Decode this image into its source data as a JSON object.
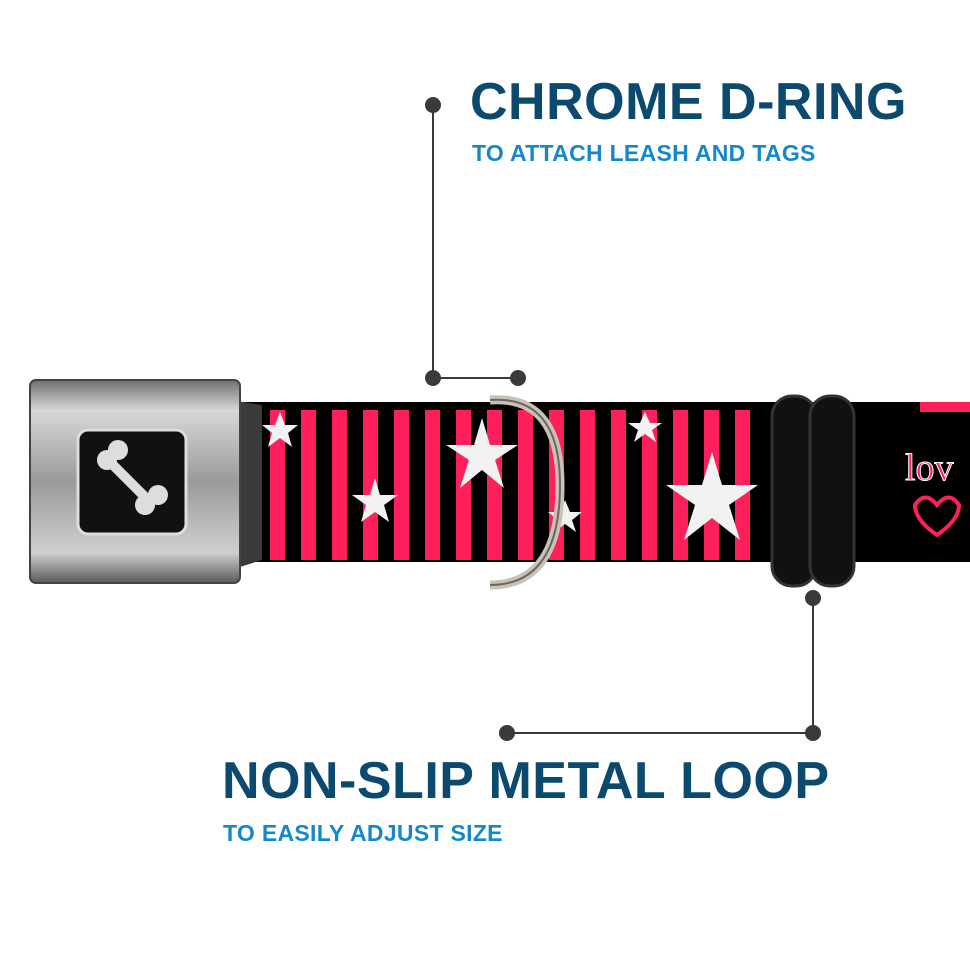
{
  "callouts": [
    {
      "title": "CHROME D-RING",
      "subtitle": "TO ATTACH LEASH AND TAGS"
    },
    {
      "title": "NON-SLIP METAL LOOP",
      "subtitle": "TO EASILY ADJUST SIZE"
    }
  ],
  "product": {
    "pattern_text": "lov",
    "buckle_icon": "bone-icon",
    "colors": {
      "heading": "#0b4a6e",
      "subheading": "#1488c8",
      "stripe": "#ff1f5a",
      "strap": "#000000",
      "leader": "#3a3a3a"
    }
  }
}
